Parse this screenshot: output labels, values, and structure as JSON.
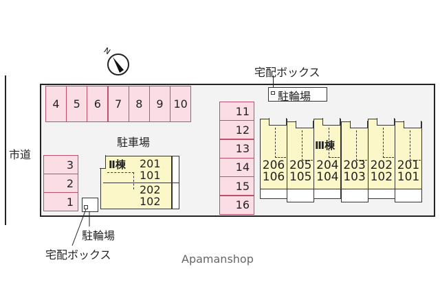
{
  "road_label": "市道",
  "parking_label": "駐車場",
  "compass_label": "N",
  "top_slots": [
    "4",
    "5",
    "6",
    "7",
    "8",
    "9",
    "10"
  ],
  "left_slots": [
    "3",
    "2",
    "1"
  ],
  "right_slots": [
    "11",
    "12",
    "13",
    "14",
    "15",
    "16"
  ],
  "building2": {
    "label": "Ⅱ棟",
    "units": [
      "201",
      "101",
      "202",
      "102"
    ]
  },
  "building3": {
    "label": "Ⅲ棟",
    "upper": [
      "206",
      "205",
      "204",
      "203",
      "202",
      "201"
    ],
    "lower": [
      "106",
      "105",
      "104",
      "103",
      "102",
      "101"
    ]
  },
  "bike_parking_label": "駐輪場",
  "delivery_box_label": "宅配ボックス",
  "bike_parking_label_2": "駐輪場",
  "delivery_box_label_2": "宅配ボックス",
  "watermark": "Apamanshop"
}
